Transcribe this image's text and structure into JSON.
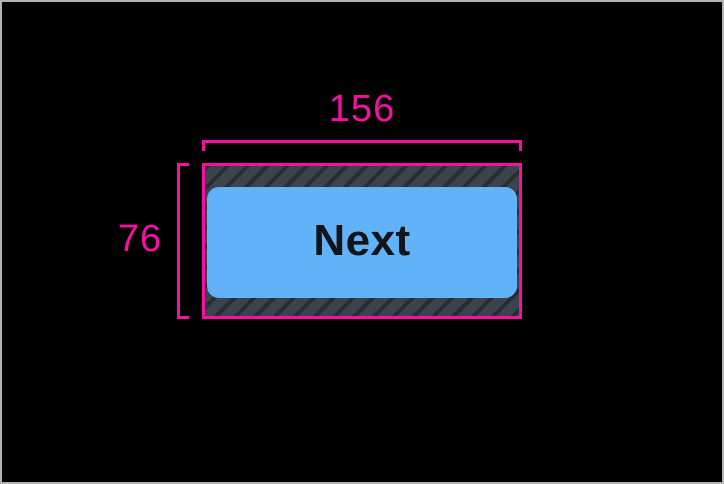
{
  "frame": {
    "background_color": "#000000",
    "border_color": "#b3b3b3"
  },
  "annotation": {
    "color": "#f410a0",
    "width_label": "156",
    "height_label": "76"
  },
  "touch_target": {
    "hatch_base_color": "#3d434c",
    "hatch_stripe_color": "#282d34"
  },
  "button": {
    "label": "Next",
    "fill_color": "#61b2f8",
    "text_color": "#121418"
  }
}
